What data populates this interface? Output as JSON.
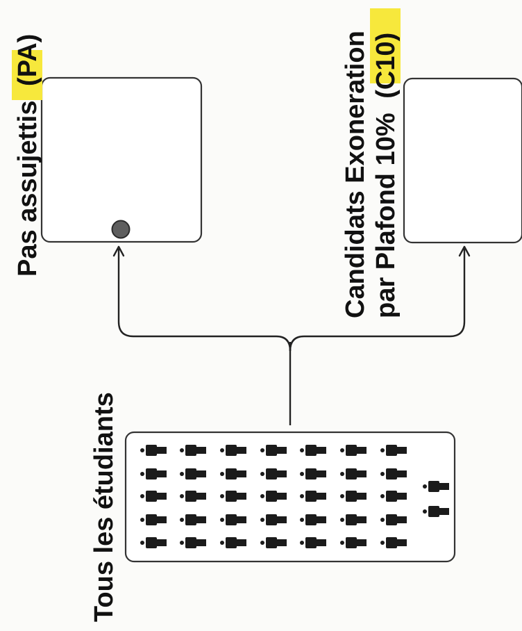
{
  "diagram": {
    "source_label": "Tous les étudiants",
    "targets": [
      {
        "id": "PA",
        "label_text": "Pas assujettis",
        "code": "(PA)",
        "marker_count": 1
      },
      {
        "id": "C10",
        "label_line1": "Candidats Exoneration",
        "label_line2_text": "par Plafond 10%",
        "code": "(C10)",
        "marker_count": 0
      }
    ],
    "student_count": 37,
    "colors": {
      "highlight": "#f7e83c",
      "marker": "#5e5e5e",
      "icon": "#1b1b1b",
      "stroke": "#333333"
    }
  }
}
